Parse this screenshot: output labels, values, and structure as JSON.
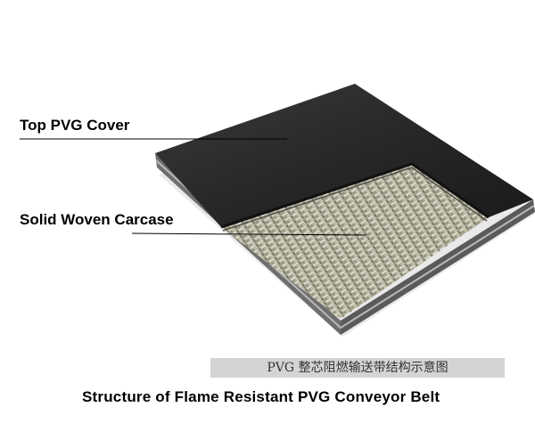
{
  "labels": {
    "top_cover": "Top PVG Cover",
    "carcase": "Solid Woven Carcase"
  },
  "captions": {
    "chinese": "PVG 整芯阻燃输送带结构示意图",
    "english": "Structure of Flame Resistant PVG Conveyor Belt"
  },
  "colors": {
    "cover": "#2b2b2b",
    "edge": "#8a8a8a",
    "weave_light": "#e3e0cd",
    "weave_dark": "#9b9a86",
    "caption_bar": "#d4d4d4"
  }
}
